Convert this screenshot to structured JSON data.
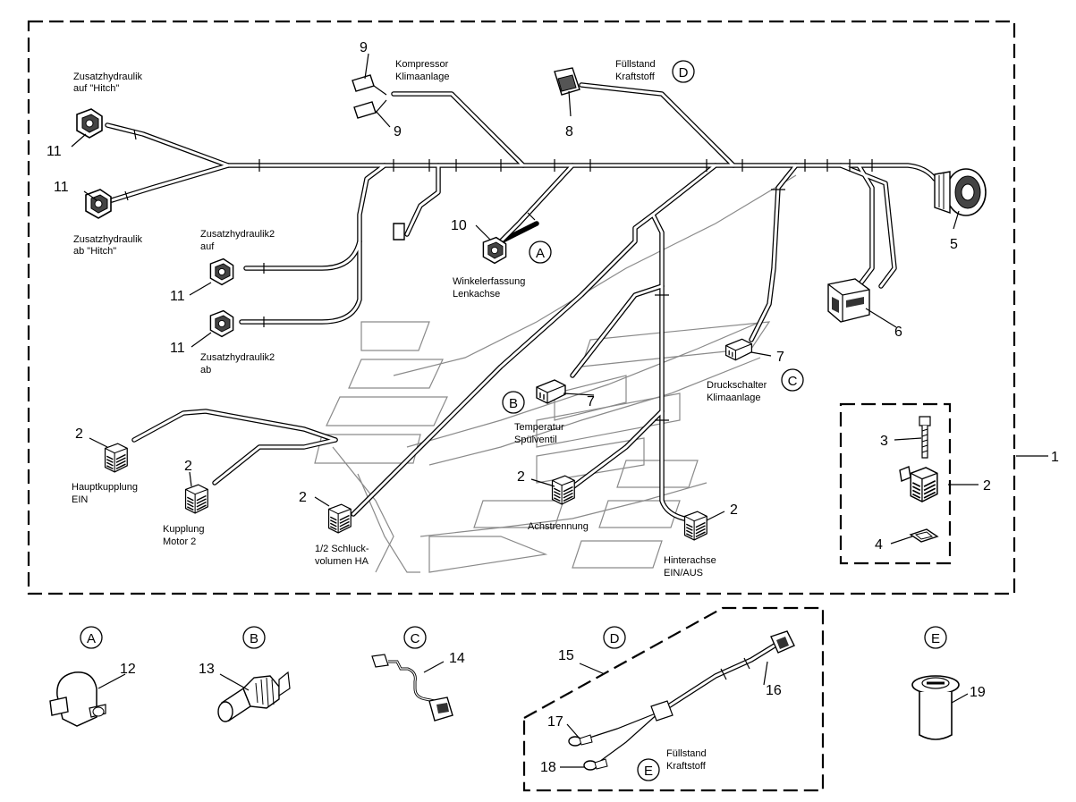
{
  "labels": {
    "zus_hitch_auf": [
      "Zusatzhydraulik",
      "auf \"Hitch\""
    ],
    "zus_hitch_ab": [
      "Zusatzhydraulik",
      "ab \"Hitch\""
    ],
    "zus2_auf": [
      "Zusatzhydraulik2",
      "auf"
    ],
    "zus2_ab": [
      "Zusatzhydraulik2",
      "ab"
    ],
    "kompressor": [
      "Kompressor",
      "Klimaanlage"
    ],
    "fuellstand_top": [
      "Füllstand",
      "Kraftstoff"
    ],
    "winkel": [
      "Winkelerfassung",
      "Lenkachse"
    ],
    "druckschalter": [
      "Druckschalter",
      "Klimaanlage"
    ],
    "temperatur": [
      "Temperatur",
      "Spülventil"
    ],
    "hauptkupplung": [
      "Hauptkupplung",
      "EIN"
    ],
    "kupplung_motor": [
      "Kupplung",
      "Motor 2"
    ],
    "schluck": [
      "1/2 Schluck-",
      "volumen HA"
    ],
    "achstrennung": [
      "Achstrennung"
    ],
    "hinterachse": [
      "Hinterachse",
      "EIN/AUS"
    ],
    "fuellstand_bottom": [
      "Füllstand",
      "Kraftstoff"
    ]
  },
  "callouts": {
    "c1": "1",
    "c2a": "2",
    "c2b": "2",
    "c2c": "2",
    "c2d": "2",
    "c2e": "2",
    "c2f": "2",
    "c3": "3",
    "c4": "4",
    "c5": "5",
    "c6": "6",
    "c7a": "7",
    "c7b": "7",
    "c8": "8",
    "c9a": "9",
    "c9b": "9",
    "c10": "10",
    "c11a": "11",
    "c11b": "11",
    "c11c": "11",
    "c11d": "11",
    "c12": "12",
    "c13": "13",
    "c14": "14",
    "c15": "15",
    "c16": "16",
    "c17": "17",
    "c18": "18",
    "c19": "19"
  },
  "letters": {
    "a_main": "A",
    "b_main": "B",
    "c_main": "C",
    "d_main": "D",
    "a_det": "A",
    "b_det": "B",
    "c_det": "C",
    "d_det": "D",
    "e_det": "E",
    "e_sub": "E"
  }
}
